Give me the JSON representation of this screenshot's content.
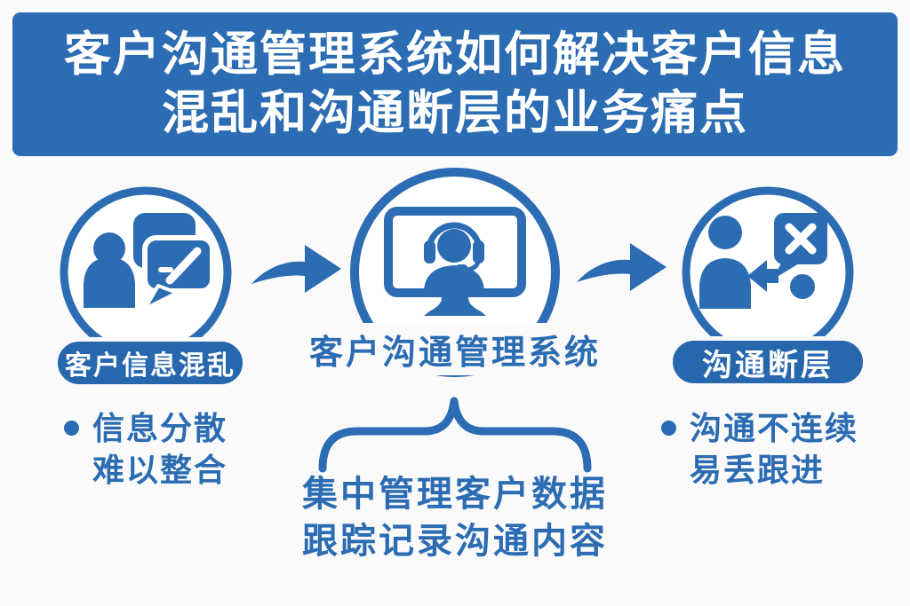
{
  "colors": {
    "primary": "#2b6cb3",
    "pill": "#2767ae",
    "background": "#fafafa",
    "title_text": "#ffffff"
  },
  "title": {
    "line1": "客户沟通管理系统如何解决客户信息",
    "line2": "混乱和沟通断层的业务痛点"
  },
  "flow": {
    "left": {
      "label": "客户信息混乱",
      "icon": "person-chat-bubbles-icon",
      "points": [
        "信息分散",
        "难以整合"
      ]
    },
    "center": {
      "label": "客户沟通管理系统",
      "icon": "monitor-support-agent-icon",
      "features": [
        "集中管理客户数据",
        "跟踪记录沟通内容"
      ]
    },
    "right": {
      "label": "沟通断层",
      "icon": "person-message-failed-icon",
      "points": [
        "沟通不连续",
        "易丢跟进"
      ]
    }
  }
}
